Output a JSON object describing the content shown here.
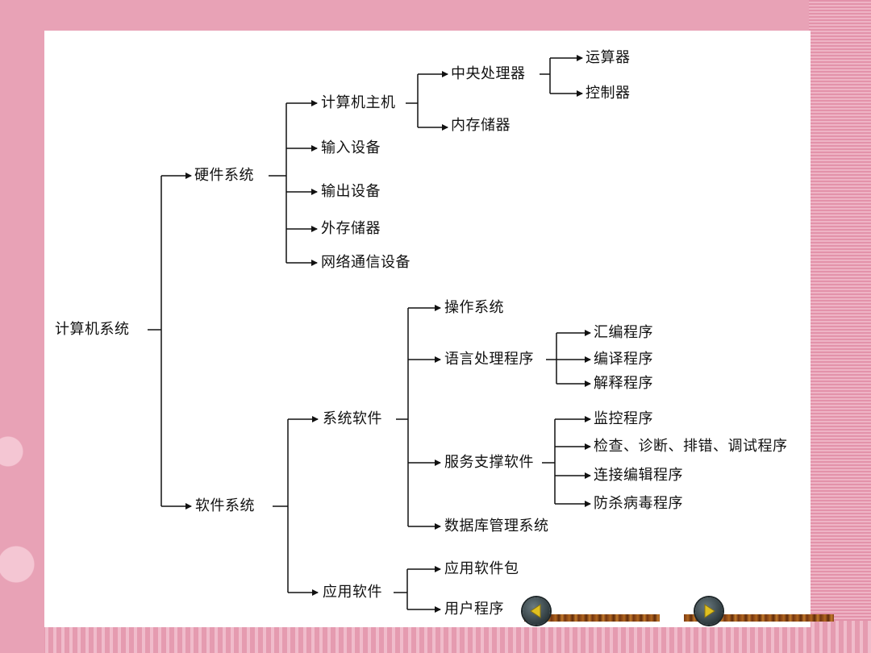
{
  "tree": {
    "root": "计算机系统",
    "hardware": {
      "label": "硬件系统",
      "host": {
        "label": "计算机主机",
        "cpu": {
          "label": "中央处理器",
          "children": [
            "运算器",
            "控制器"
          ]
        },
        "memory": "内存储器"
      },
      "input": "输入设备",
      "output": "输出设备",
      "external_storage": "外存储器",
      "network": "网络通信设备"
    },
    "software": {
      "label": "软件系统",
      "system": {
        "label": "系统软件",
        "os": "操作系统",
        "language": {
          "label": "语言处理程序",
          "children": [
            "汇编程序",
            "编译程序",
            "解释程序"
          ]
        },
        "service": {
          "label": "服务支撑软件",
          "children": [
            "监控程序",
            "检查、诊断、排错、调试程序",
            "连接编辑程序",
            "防杀病毒程序"
          ]
        },
        "database": "数据库管理系统"
      },
      "application": {
        "label": "应用软件",
        "children": [
          "应用软件包",
          "用户程序"
        ]
      }
    }
  },
  "nav": {
    "prev_icon": "triangle-left-icon",
    "next_icon": "triangle-right-icon"
  },
  "colors": {
    "background": "#e8a2b6",
    "panel": "#ffffff",
    "line": "#111111",
    "nav_button": "#2e3a3e",
    "nav_arrow": "#e0c020"
  }
}
